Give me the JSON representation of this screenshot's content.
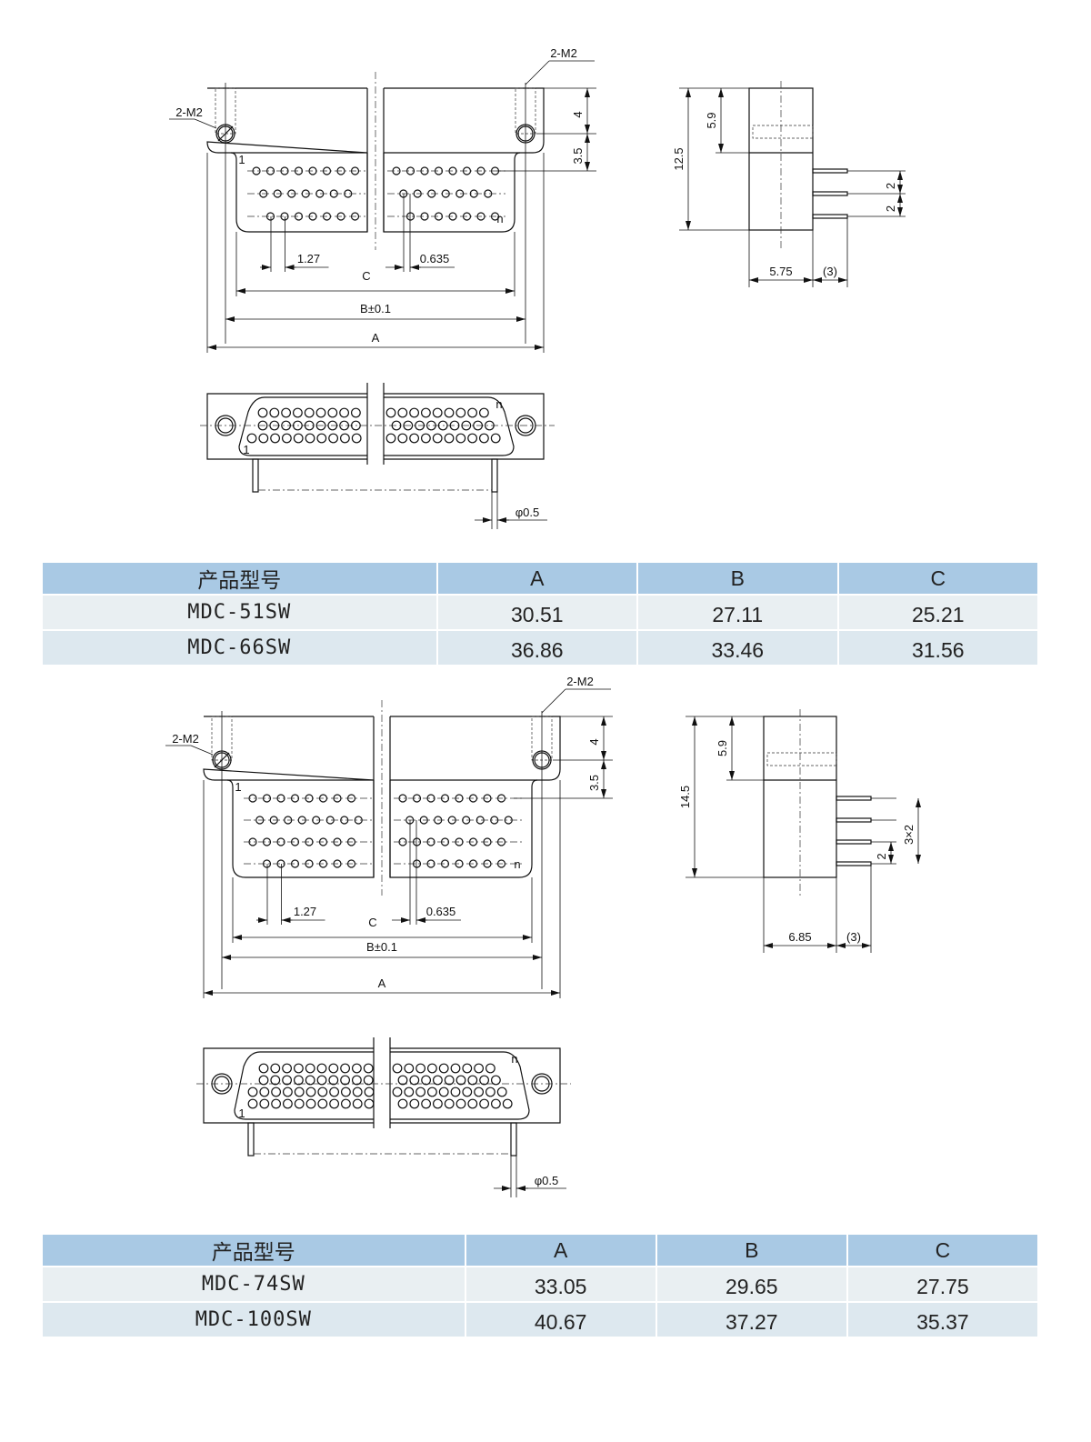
{
  "drawing1": {
    "front": {
      "thread_left": "2-M2",
      "thread_right": "2-M2",
      "dim_4": "4",
      "dim_3_5": "3.5",
      "pitch": "1.27",
      "offset": "0.635",
      "dim_c": "C",
      "dim_b": "B±0.1",
      "dim_a": "A",
      "pin_first": "1",
      "pin_last": "n"
    },
    "side": {
      "height": "12.5",
      "top": "5.9",
      "pitch_1": "2",
      "pitch_2": "2",
      "depth": "5.75",
      "tail": "(3)"
    },
    "bottom": {
      "pin_dia": "φ0.5",
      "pin_first": "1",
      "pin_last": "n"
    },
    "rows": [
      8,
      8,
      7
    ]
  },
  "table1": {
    "headers": [
      "产品型号",
      "A",
      "B",
      "C"
    ],
    "rows": [
      [
        "MDC-51SW",
        "30.51",
        "27.11",
        "25.21"
      ],
      [
        "MDC-66SW",
        "36.86",
        "33.46",
        "31.56"
      ]
    ]
  },
  "drawing2": {
    "front": {
      "thread_left": "2-M2",
      "thread_right": "2-M2",
      "dim_4": "4",
      "dim_3_5": "3.5",
      "pitch": "1.27",
      "offset": "0.635",
      "dim_c": "C",
      "dim_b": "B±0.1",
      "dim_a": "A",
      "pin_first": "1",
      "pin_last": "n"
    },
    "side": {
      "height": "14.5",
      "top": "5.9",
      "pitch_total": "3×2",
      "pitch_1": "2",
      "depth": "6.85",
      "tail": "(3)"
    },
    "bottom": {
      "pin_dia": "φ0.5",
      "pin_first": "1",
      "pin_last": "n"
    },
    "rows": [
      9,
      8,
      8,
      7
    ]
  },
  "table2": {
    "headers": [
      "产品型号",
      "A",
      "B",
      "C"
    ],
    "rows": [
      [
        "MDC-74SW",
        "33.05",
        "29.65",
        "27.75"
      ],
      [
        "MDC-100SW",
        "40.67",
        "37.27",
        "35.37"
      ]
    ]
  },
  "colors": {
    "header_bg": "#a9c9e4",
    "row_bg": "#e9eff2",
    "row_alt_bg": "#dde8ef"
  }
}
